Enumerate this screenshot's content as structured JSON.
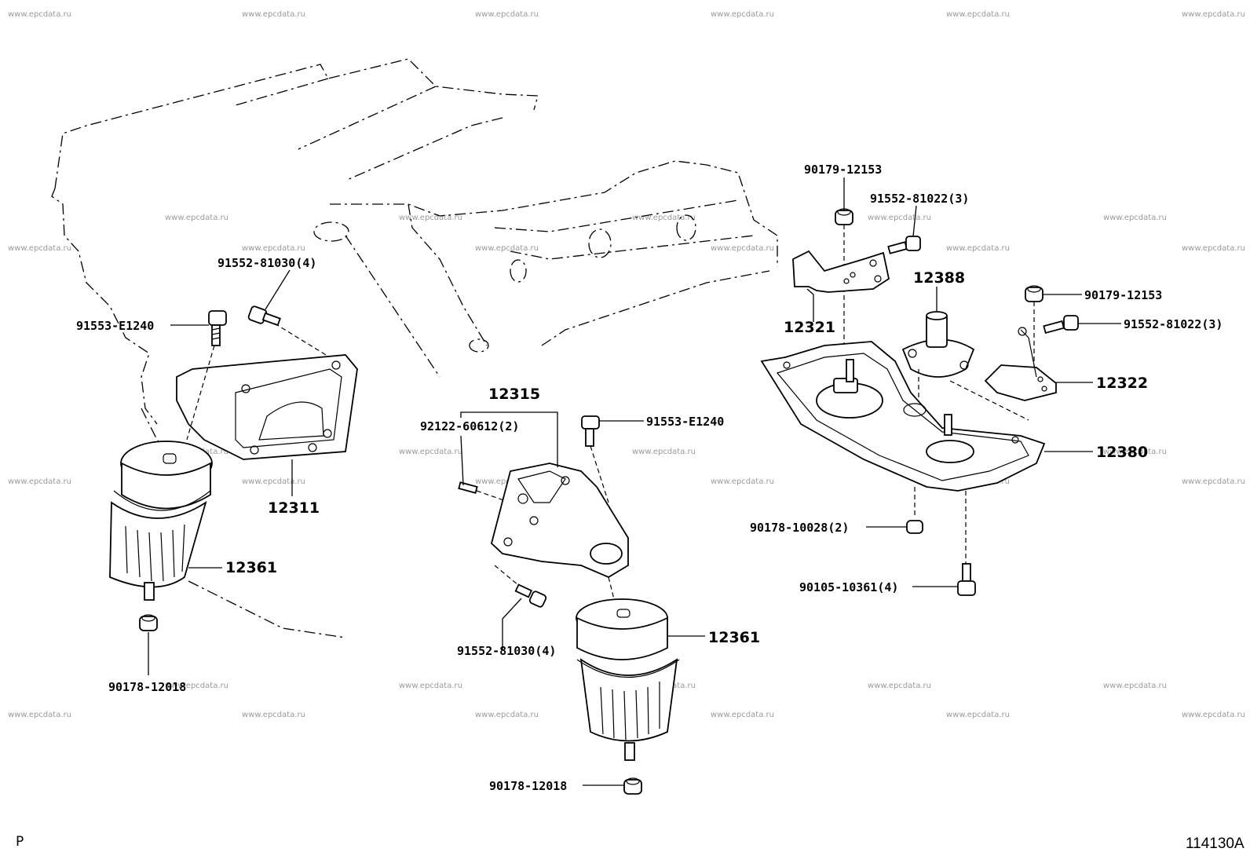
{
  "watermark": "www.epcdata.ru",
  "footer": {
    "left_mark": "P",
    "figure_code": "114130A"
  },
  "callouts": {
    "c1": "91553-E1240",
    "c2": "91552-81030(4)",
    "c3": "12311",
    "c4": "12361",
    "c5": "90178-12018",
    "c6": "12315",
    "c7": "92122-60612(2)",
    "c8": "91553-E1240",
    "c9": "91552-81030(4)",
    "c10": "12361",
    "c11": "90178-12018",
    "c12": "90179-12153",
    "c13": "91552-81022(3)",
    "c14": "12388",
    "c15": "12321",
    "c16": "90179-12153",
    "c17": "91552-81022(3)",
    "c18": "12322",
    "c19": "12380",
    "c20": "90178-10028(2)",
    "c21": "90105-10361(4)"
  }
}
